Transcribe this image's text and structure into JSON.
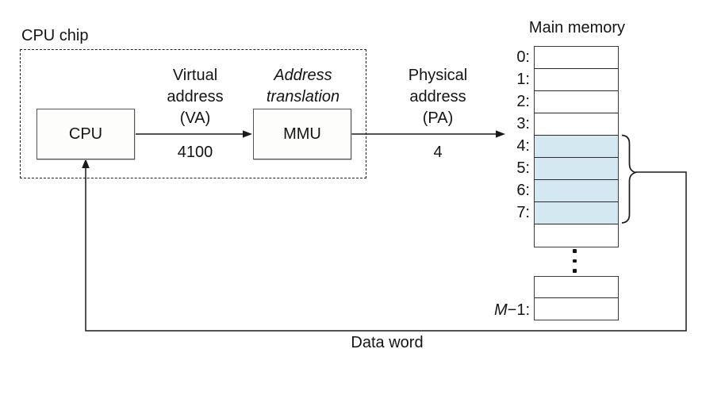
{
  "diagram": {
    "title": "Main memory",
    "cpu_chip": {
      "label": "CPU chip",
      "cpu_box_label": "CPU",
      "mmu_box_label": "MMU"
    },
    "virtual_address": {
      "lines": [
        "Virtual",
        "address",
        "(VA)"
      ],
      "value": "4100"
    },
    "address_translation": {
      "lines": [
        "Address",
        "translation"
      ]
    },
    "physical_address": {
      "lines": [
        "Physical",
        "address",
        "(PA)"
      ],
      "value": "4"
    },
    "main_memory": {
      "title": "Main memory",
      "index_labels": [
        "0:",
        "1:",
        "2:",
        "3:",
        "4:",
        "5:",
        "6:",
        "7:"
      ],
      "highlighted_rows": [
        4,
        5,
        6,
        7
      ],
      "last_index_prefix": "M",
      "last_index_suffix": "−1:"
    },
    "data_word_label": "Data word",
    "colors": {
      "highlight": "#d3e8f0",
      "line": "#1a1a1a"
    }
  }
}
